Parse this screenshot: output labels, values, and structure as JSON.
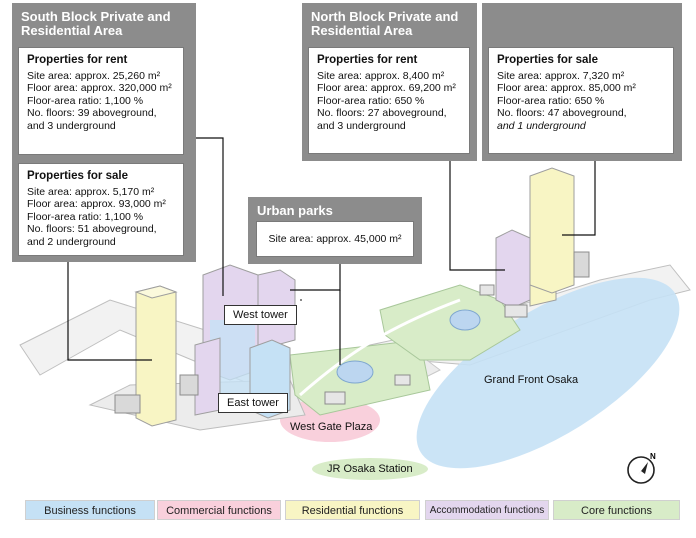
{
  "south_block": {
    "title": "South Block Private and\nResidential Area",
    "rent": {
      "title": "Properties for rent",
      "lines": [
        "Site area: approx. 25,260 m²",
        "Floor area: approx. 320,000 m²",
        "Floor-area ratio: 1,100 %",
        "No. floors: 39 aboveground,",
        "and 3 underground"
      ]
    },
    "sale": {
      "title": "Properties for sale",
      "lines": [
        "Site area: approx. 5,170 m²",
        "Floor area: approx. 93,000 m²",
        "Floor-area ratio: 1,100 %",
        "No. floors: 51 aboveground,",
        "and 2 underground"
      ]
    }
  },
  "north_block": {
    "title": "North Block Private and\nResidential Area",
    "rent": {
      "title": "Properties for rent",
      "lines": [
        "Site area: approx. 8,400 m²",
        "Floor area: approx. 69,200 m²",
        "Floor-area ratio: 650 %",
        "No. floors: 27 aboveground,",
        "and 3 underground"
      ]
    },
    "sale": {
      "title": "Properties for sale",
      "lines": [
        "Site area: approx. 7,320 m²",
        "Floor area: approx. 85,000 m²",
        "Floor-area ratio: 650 %",
        "No. floors: 47 aboveground,",
        "and 1 underground"
      ]
    }
  },
  "urban_parks": {
    "title": "Urban parks",
    "line": "Site area: approx. 45,000 m²"
  },
  "labels": {
    "west_tower": "West tower",
    "east_tower": "East tower",
    "west_gate_plaza": "West Gate Plaza",
    "grand_front_osaka": "Grand Front Osaka",
    "jr_osaka_station": "JR Osaka Station",
    "north_mark": "N"
  },
  "legend": [
    {
      "label": "Business functions",
      "color": "#c5e1f5"
    },
    {
      "label": "Commercial functions",
      "color": "#f9d0dc"
    },
    {
      "label": "Residential functions",
      "color": "#f8f5c4"
    },
    {
      "label": "Accommodation functions",
      "color": "#e3d6ee"
    },
    {
      "label": "Core functions",
      "color": "#d8ecc8"
    }
  ],
  "colors": {
    "panel": "#8c8c8c",
    "business": "#c5e1f5",
    "commercial": "#f9d0dc",
    "residential": "#f8f5c4",
    "accommodation": "#e3d6ee",
    "core": "#d8ecc8"
  },
  "icons": {
    "compass": "north-compass-icon"
  }
}
